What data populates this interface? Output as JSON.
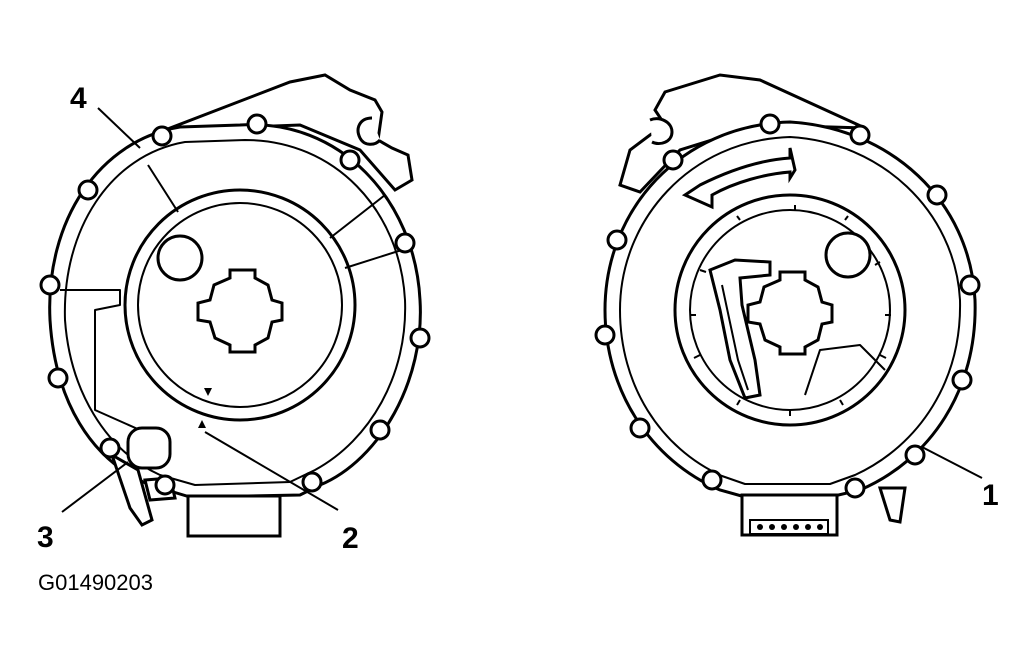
{
  "figure": {
    "id_label": "G01490203"
  },
  "callouts": [
    {
      "key": "1",
      "label": "1"
    },
    {
      "key": "2",
      "label": "2"
    },
    {
      "key": "3",
      "label": "3"
    },
    {
      "key": "4",
      "label": "4"
    }
  ],
  "colors": {
    "line": "#000000",
    "background": "#ffffff"
  }
}
